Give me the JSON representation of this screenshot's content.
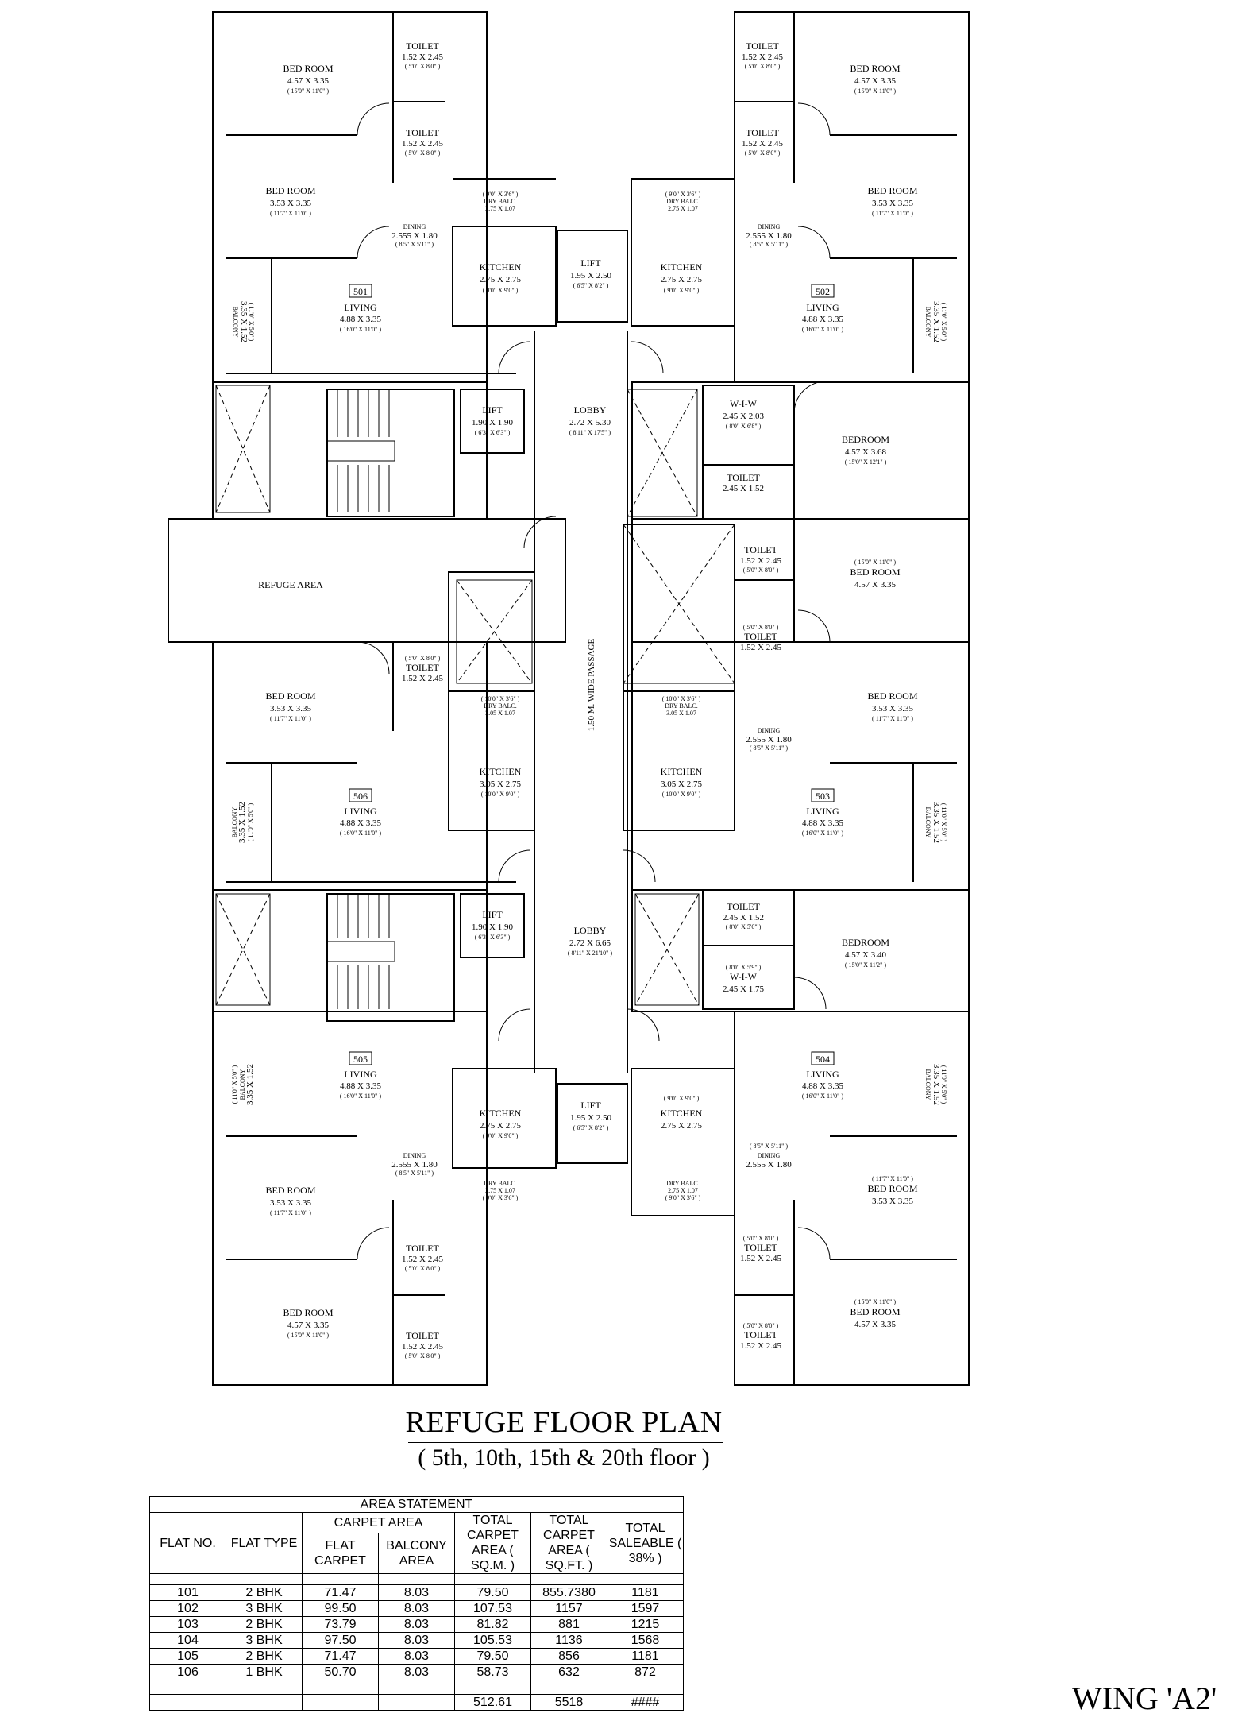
{
  "rooms": {
    "bed_1_nw": {
      "name": "BED ROOM",
      "dim": "4.57 X 3.35",
      "imp": "( 15'0\" X 11'0\" )"
    },
    "toilet_1_nw": {
      "name": "TOILET",
      "dim": "1.52 X 2.45",
      "imp": "( 5'0\" X 8'0\" )"
    },
    "toilet_2_nw": {
      "name": "TOILET",
      "dim": "1.52 X 2.45",
      "imp": "( 5'0\" X 8'0\" )"
    },
    "bed_2_nw": {
      "name": "BED ROOM",
      "dim": "3.53 X 3.35",
      "imp": "( 11'7\" X 11'0\" )"
    },
    "drybalc_nw": {
      "name": "DRY BALC.",
      "dim": "2.75 X 1.07",
      "imp": "( 9'0\" X 3'6\" )"
    },
    "dining_nw": {
      "name": "DINING",
      "dim": "2.555 X 1.80",
      "imp": "( 8'5\" X 5'11\" )"
    },
    "kitchen_nw": {
      "name": "KITCHEN",
      "dim": "2.75 X 2.75",
      "imp": "( 9'0\" X 9'0\" )"
    },
    "lift_top": {
      "name": "LIFT",
      "dim": "1.95 X 2.50",
      "imp": "( 6'5\" X 8'2\" )"
    },
    "flat_501": "501",
    "living_501": {
      "name": "LIVING",
      "dim": "4.88 X 3.35",
      "imp": "( 16'0\" X 11'0\" )"
    },
    "balcony_501": {
      "name": "BALCONY",
      "dim": "3.35 X 1.52",
      "imp": "( 11'0\" X 5'0\" )"
    },
    "toilet_1_ne": {
      "name": "TOILET",
      "dim": "1.52 X 2.45",
      "imp": "( 5'0\" X 8'0\" )"
    },
    "bed_1_ne": {
      "name": "BED ROOM",
      "dim": "4.57 X 3.35",
      "imp": "( 15'0\" X 11'0\" )"
    },
    "toilet_2_ne": {
      "name": "TOILET",
      "dim": "1.52 X 2.45",
      "imp": "( 5'0\" X 8'0\" )"
    },
    "bed_2_ne": {
      "name": "BED ROOM",
      "dim": "3.53 X 3.35",
      "imp": "( 11'7\" X 11'0\" )"
    },
    "drybalc_ne": {
      "name": "DRY BALC.",
      "dim": "2.75 X 1.07",
      "imp": "( 9'0\" X 3'6\" )"
    },
    "dining_ne": {
      "name": "DINING",
      "dim": "2.555 X 1.80",
      "imp": "( 8'5\" X 5'11\" )"
    },
    "kitchen_ne": {
      "name": "KITCHEN",
      "dim": "2.75 X 2.75",
      "imp": "( 9'0\" X 9'0\" )"
    },
    "flat_502": "502",
    "living_502": {
      "name": "LIVING",
      "dim": "4.88 X 3.35",
      "imp": "( 16'0\" X 11'0\" )"
    },
    "balcony_502": {
      "name": "BALCONY",
      "dim": "3.35 X 1.52",
      "imp": "( 11'0\" X 5'0\" )"
    },
    "lift_mid1": {
      "name": "LIFT",
      "dim": "1.90 X 1.90",
      "imp": "( 6'3\" X 6'3\" )"
    },
    "lobby_1": {
      "name": "LOBBY",
      "dim": "2.72 X 5.30",
      "imp": "( 8'11\" X 17'5\" )"
    },
    "wiw_1": {
      "name": "W-I-W",
      "dim": "2.45 X 2.03",
      "imp": "( 8'0\" X 6'8\" )"
    },
    "bedroom_e1": {
      "name": "BEDROOM",
      "dim": "4.57 X 3.68",
      "imp": "( 15'0\" X 12'1\" )"
    },
    "toilet_e1": {
      "name": "TOILET",
      "dim": "2.45 X 1.52"
    },
    "refuge": {
      "name": "REFUGE AREA"
    },
    "toilet_e2": {
      "name": "TOILET",
      "dim": "1.52 X 2.45",
      "imp": "( 5'0\" X 8'0\" )"
    },
    "bed_e2": {
      "name": "BED ROOM",
      "dim": "4.57 X 3.35",
      "imp": "( 15'0\" X 11'0\" )"
    },
    "toilet_e3": {
      "name": "TOILET",
      "dim": "1.52 X 2.45",
      "imp": "( 5'0\" X 8'0\" )"
    },
    "bed_e3": {
      "name": "BED ROOM",
      "dim": "3.53 X 3.35",
      "imp": "( 11'7\" X 11'0\" )"
    },
    "drybalc_e3": {
      "name": "DRY BALC.",
      "dim": "3.05 X 1.07",
      "imp": "( 10'0\" X 3'6\" )"
    },
    "dining_e3": {
      "name": "DINING",
      "dim": "2.555 X 1.80",
      "imp": "( 8'5\" X 5'11\" )"
    },
    "kitchen_503": {
      "name": "KITCHEN",
      "dim": "3.05 X 2.75",
      "imp": "( 10'0\" X 9'0\" )"
    },
    "flat_503": "503",
    "living_503": {
      "name": "LIVING",
      "dim": "4.88 X 3.35",
      "imp": "( 16'0\" X 11'0\" )"
    },
    "balcony_503": {
      "name": "BALCONY",
      "dim": "3.35 X 1.52",
      "imp": "( 11'0\" X 5'0\" )"
    },
    "toilet_w3": {
      "name": "TOILET",
      "dim": "1.52 X 2.45",
      "imp": "( 5'0\" X 8'0\" )"
    },
    "bed_w3": {
      "name": "BED ROOM",
      "dim": "3.53 X 3.35",
      "imp": "( 11'7\" X 11'0\" )"
    },
    "drybalc_w3": {
      "name": "DRY BALC.",
      "dim": "3.05 X 1.07",
      "imp": "( 10'0\" X 3'6\" )"
    },
    "kitchen_506": {
      "name": "KITCHEN",
      "dim": "3.05 X 2.75",
      "imp": "( 10'0\" X 9'0\" )"
    },
    "flat_506": "506",
    "living_506": {
      "name": "LIVING",
      "dim": "4.88 X 3.35",
      "imp": "( 16'0\" X 11'0\" )"
    },
    "balcony_506": {
      "name": "BALCONY",
      "dim": "3.35 X 1.52",
      "imp": "( 11'0\" X 5'0\" )"
    },
    "passage": "1.50 M. WIDE PASSAGE",
    "lift_mid2": {
      "name": "LIFT",
      "dim": "1.90 X 1.90",
      "imp": "( 6'3\" X 6'3\" )"
    },
    "lobby_2": {
      "name": "LOBBY",
      "dim": "2.72 X 6.65",
      "imp": "( 8'11\" X 21'10\" )"
    },
    "toilet_e4": {
      "name": "TOILET",
      "dim": "2.45 X 1.52",
      "imp": "( 8'0\" X 5'0\" )"
    },
    "bedroom_e4": {
      "name": "BEDROOM",
      "dim": "4.57 X 3.40",
      "imp": "( 15'0\" X 11'2\" )"
    },
    "wiw_2": {
      "name": "W-I-W",
      "dim": "2.45 X 1.75",
      "imp": "( 8'0\" X 5'9\" )"
    },
    "flat_505": "505",
    "living_505": {
      "name": "LIVING",
      "dim": "4.88 X 3.35",
      "imp": "( 16'0\" X 11'0\" )"
    },
    "balcony_505": {
      "name": "BALCONY",
      "dim": "3.35 X 1.52",
      "imp": "( 11'0\" X 5'0\" )"
    },
    "kitchen_sw": {
      "name": "KITCHEN",
      "dim": "2.75 X 2.75",
      "imp": "( 9'0\" X 9'0\" )"
    },
    "lift_bottom": {
      "name": "LIFT",
      "dim": "1.95 X 2.50",
      "imp": "( 6'5\" X 8'2\" )"
    },
    "dining_sw": {
      "name": "DINING",
      "dim": "2.555 X 1.80",
      "imp": "( 8'5\" X 5'11\" )"
    },
    "drybalc_sw": {
      "name": "DRY BALC.",
      "dim": "2.75 X 1.07",
      "imp": "( 9'0\" X 3'6\" )"
    },
    "bed_2_sw": {
      "name": "BED ROOM",
      "dim": "3.53 X 3.35",
      "imp": "( 11'7\" X 11'0\" )"
    },
    "toilet_2_sw": {
      "name": "TOILET",
      "dim": "1.52 X 2.45",
      "imp": "( 5'0\" X 8'0\" )"
    },
    "bed_1_sw": {
      "name": "BED ROOM",
      "dim": "4.57 X 3.35",
      "imp": "( 15'0\" X 11'0\" )"
    },
    "toilet_1_sw": {
      "name": "TOILET",
      "dim": "1.52 X 2.45",
      "imp": "( 5'0\" X 8'0\" )"
    },
    "flat_504": "504",
    "living_504": {
      "name": "LIVING",
      "dim": "4.88 X 3.35",
      "imp": "( 16'0\" X 11'0\" )"
    },
    "balcony_504": {
      "name": "BALCONY",
      "dim": "3.35 X 1.52",
      "imp": "( 11'0\" X 5'0\" )"
    },
    "kitchen_se": {
      "name": "KITCHEN",
      "dim": "2.75 X 2.75",
      "imp": "( 9'0\" X 9'0\" )"
    },
    "dining_se": {
      "name": "DINING",
      "dim": "2.555 X 1.80",
      "imp": "( 8'5\" X 5'11\" )"
    },
    "drybalc_se": {
      "name": "DRY BALC.",
      "dim": "2.75 X 1.07",
      "imp": "( 9'0\" X 3'6\" )"
    },
    "bed_2_se": {
      "name": "BED ROOM",
      "dim": "3.53 X 3.35",
      "imp": "( 11'7\" X 11'0\" )"
    },
    "toilet_2_se": {
      "name": "TOILET",
      "dim": "1.52 X 2.45",
      "imp": "( 5'0\" X 8'0\" )"
    },
    "bed_1_se": {
      "name": "BED ROOM",
      "dim": "4.57 X 3.35",
      "imp": "( 15'0\" X 11'0\" )"
    },
    "toilet_1_se": {
      "name": "TOILET",
      "dim": "1.52 X 2.45",
      "imp": "( 5'0\" X 8'0\" )"
    }
  },
  "title": "REFUGE FLOOR PLAN",
  "subtitle": "( 5th, 10th, 15th & 20th floor )",
  "area_statement": {
    "heading": "AREA STATEMENT",
    "col_flat_no": "FLAT NO.",
    "col_flat_type": "FLAT TYPE",
    "col_carpet_area": "CARPET AREA",
    "col_flat_carpet": "FLAT CARPET",
    "col_balcony_area": "BALCONY AREA",
    "col_total_sqm": "TOTAL CARPET AREA ( SQ.M. )",
    "col_total_sqft": "TOTAL CARPET AREA ( SQ.FT. )",
    "col_saleable": "TOTAL SALEABLE ( 38% )",
    "rows": [
      [
        "101",
        "2 BHK",
        "71.47",
        "8.03",
        "79.50",
        "855.7380",
        "1181"
      ],
      [
        "102",
        "3 BHK",
        "99.50",
        "8.03",
        "107.53",
        "1157",
        "1597"
      ],
      [
        "103",
        "2 BHK",
        "73.79",
        "8.03",
        "81.82",
        "881",
        "1215"
      ],
      [
        "104",
        "3 BHK",
        "97.50",
        "8.03",
        "105.53",
        "1136",
        "1568"
      ],
      [
        "105",
        "2 BHK",
        "71.47",
        "8.03",
        "79.50",
        "856",
        "1181"
      ],
      [
        "106",
        "1 BHK",
        "50.70",
        "8.03",
        "58.73",
        "632",
        "872"
      ]
    ],
    "total_sqm": "512.61",
    "total_sqft": "5518",
    "total_saleable": "####"
  },
  "wing": "WING 'A2'"
}
